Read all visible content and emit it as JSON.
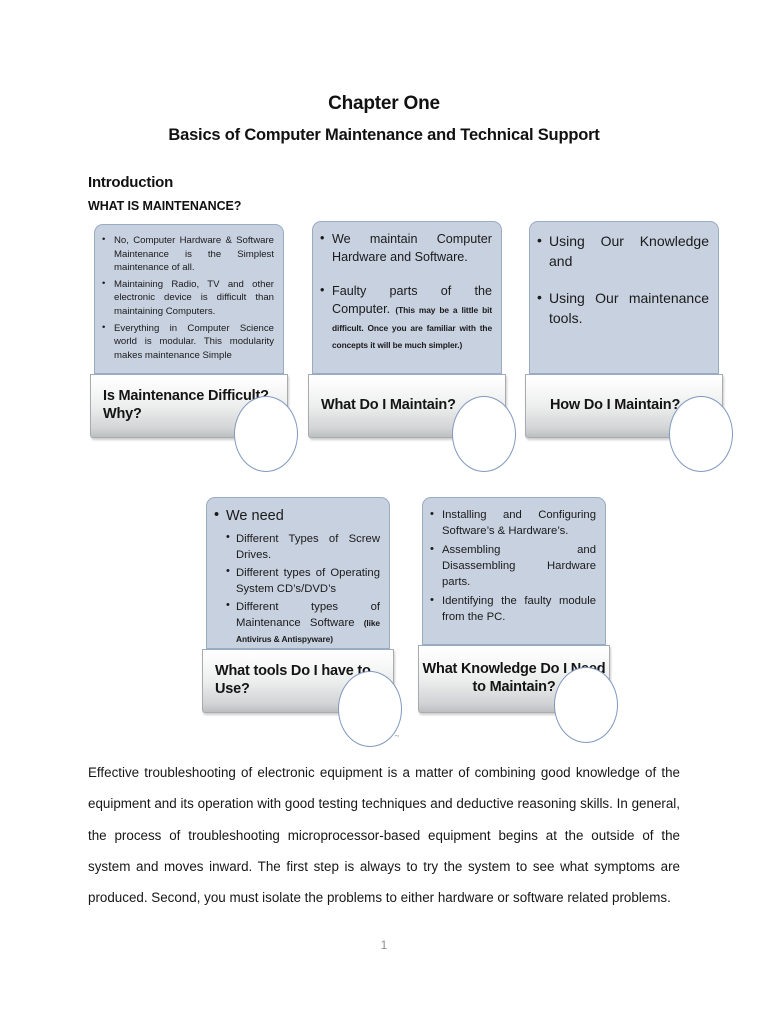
{
  "document": {
    "chapter_title": "Chapter One",
    "chapter_subtitle": "Basics of Computer Maintenance and Technical Support",
    "intro_heading": "Introduction",
    "intro_subheading": "WHAT IS MAINTENANCE?",
    "page_number": "1",
    "artifact_marks": "· ·  ~"
  },
  "colors": {
    "card_body_fill": "#c8d1e0",
    "card_body_border": "#9aabc4",
    "bubble_border": "#8099c0",
    "footer_border": "#a9abae",
    "text": "#111111",
    "page_number": "#8f8f8f"
  },
  "cards": [
    {
      "id": "is-maintenance-difficult",
      "footer_label": "Is Maintenance Difficult? Why?",
      "bullets": [
        {
          "text": "No, Computer Hardware & Software Maintenance is the Simplest maintenance of all."
        },
        {
          "text": "Maintaining Radio, TV and other electronic device is difficult than maintaining Computers."
        },
        {
          "text": "Everything in Computer Science world is modular. This modularity makes maintenance Simple"
        }
      ]
    },
    {
      "id": "what-do-i-maintain",
      "footer_label": "What Do I Maintain?",
      "bullets": [
        {
          "text": "We maintain Computer Hardware and Software."
        },
        {
          "text": "Faulty parts of the Computer.",
          "note": "(This may be a little bit difficult. Once you are familiar with the concepts  it will be much simpler.)"
        }
      ]
    },
    {
      "id": "how-do-i-maintain",
      "footer_label": "How Do I Maintain?",
      "bullets": [
        {
          "text": "Using Our Knowledge and"
        },
        {
          "text": "Using                    Our maintenance tools."
        }
      ]
    },
    {
      "id": "what-tools-do-i-have-to-use",
      "footer_label": "What tools Do I have to Use?",
      "lead": "We need",
      "sub_bullets": [
        {
          "text": "Different Types of Screw Drives."
        },
        {
          "text": "Different types of Operating System CD’s/DVD’s"
        },
        {
          "text": "Different types of Maintenance Software",
          "note": "(like Antivirus & Antispyware)"
        }
      ]
    },
    {
      "id": "what-knowledge-do-i-need-to-maintain",
      "footer_label": "What Knowledge Do I Need to Maintain?",
      "bullets": [
        {
          "text": "Installing and Configuring Software’s & Hardware’s."
        },
        {
          "text": "Assembling and Disassembling Hardware parts."
        },
        {
          "text": "Identifying the faulty module from the PC."
        }
      ]
    }
  ],
  "paragraph": {
    "body": "Effective troubleshooting of electronic equipment is a matter of combining good knowledge of the equipment and its operation with good testing techniques and deductive reasoning skills. In general, the process of troubleshooting microprocessor-based equipment begins at the outside of the system and moves inward. The first step is always to try the system to see what symptoms are produced. Second, you must isolate the problems to either hardware or software related problems."
  }
}
